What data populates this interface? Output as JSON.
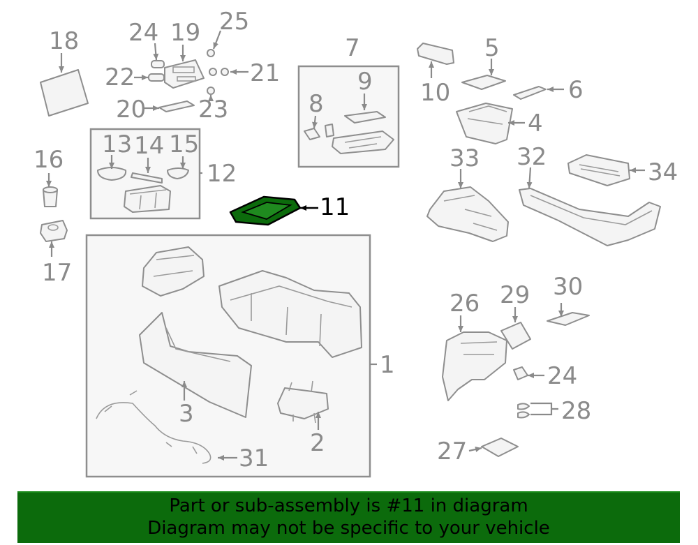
{
  "diagram": {
    "highlight_part": "11",
    "highlight_color": "#0c6b0c",
    "callouts": [
      "1",
      "2",
      "3",
      "4",
      "5",
      "6",
      "7",
      "8",
      "9",
      "10",
      "11",
      "12",
      "13",
      "14",
      "15",
      "16",
      "17",
      "18",
      "19",
      "20",
      "21",
      "22",
      "23",
      "24",
      "24",
      "25",
      "26",
      "27",
      "28",
      "29",
      "30",
      "31",
      "32",
      "33",
      "34"
    ]
  },
  "banner": {
    "line1": "Part or sub-assembly is #11 in diagram",
    "line2": "Diagram may not be specific to your vehicle",
    "background": "#0c6b0c"
  }
}
